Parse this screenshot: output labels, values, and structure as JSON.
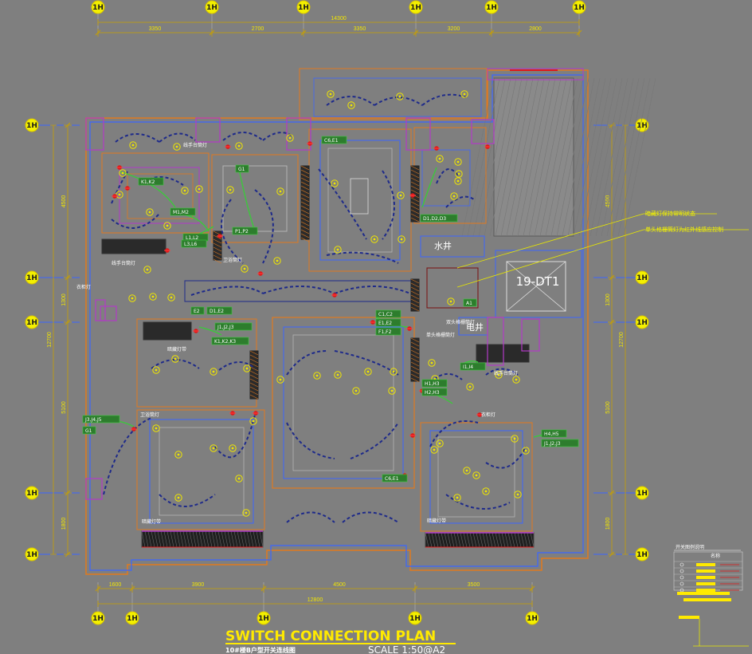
{
  "title": "SWITCH CONNECTION PLAN",
  "subtitle": "10#楼B户型开关连线图",
  "scale": "SCALE 1:50@A2",
  "legend_title": "开关图例说明",
  "legend_header": "名称",
  "axis_label": "1H",
  "top_dims": [
    "3350",
    "2700",
    "3350",
    "3200",
    "2800"
  ],
  "top_total": "14300",
  "bottom_dims": [
    "1600",
    "3900",
    "4500",
    "3500"
  ],
  "bottom_total": "12800",
  "left_dims": [
    "4500",
    "1300",
    "5100",
    "1800"
  ],
  "left_total": "12700",
  "right_dims": [
    "4500",
    "1300",
    "5100",
    "1800"
  ],
  "right_total": "12700",
  "annotations": [
    "暗藏灯保持常明状态",
    "单头格栅筒灯为红外线感应控制"
  ],
  "rooms": {
    "water_well": "水井",
    "elec_well": "电井",
    "lift": "19-DT1"
  },
  "switch_labels": [
    "C6,E1",
    "K1,K2",
    "G1",
    "M1,M2",
    "P1,P2",
    "L1,L2",
    "L3,L6",
    "D1,D2,D3",
    "A1",
    "E2",
    "D1,E2",
    "J1,J2,J3",
    "K1,K2,K3",
    "C1,C2",
    "E1,E2",
    "F1,F2",
    "I1,I4",
    "H1,H3",
    "H2,H3",
    "H4,H5",
    "J1,J2,J3",
    "J3,J4,J5",
    "G1"
  ],
  "small_labels": [
    "线手台筒灯",
    "暗藏灯带",
    "卫浴筒灯",
    "吊灯",
    "衣柜灯",
    "单头格栅筒灯",
    "双头格栅筒灯"
  ]
}
